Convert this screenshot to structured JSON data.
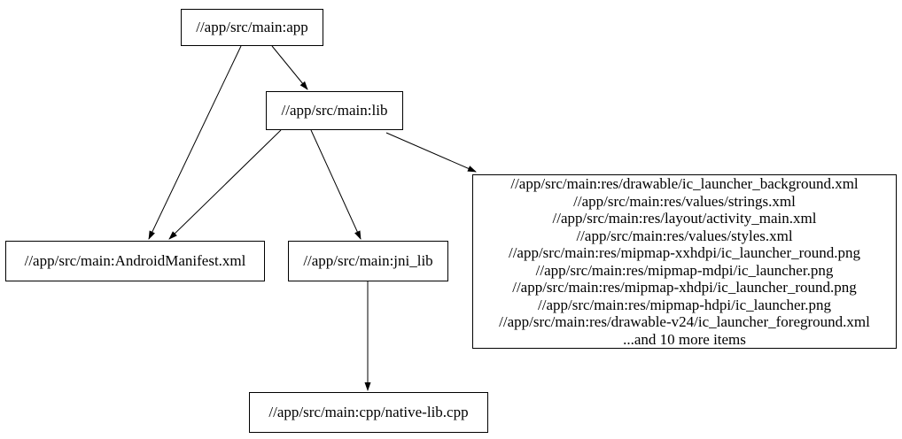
{
  "diagram": {
    "kind": "dependency-graph",
    "background_color": "#ffffff",
    "node_border_color": "#000000",
    "edge_color": "#000000",
    "nodes": {
      "app": {
        "label": "//app/src/main:app"
      },
      "lib": {
        "label": "//app/src/main:lib"
      },
      "manifest": {
        "label": "//app/src/main:AndroidManifest.xml"
      },
      "jni_lib": {
        "label": "//app/src/main:jni_lib"
      },
      "res_group": {
        "lines": [
          "//app/src/main:res/drawable/ic_launcher_background.xml",
          "//app/src/main:res/values/strings.xml",
          "//app/src/main:res/layout/activity_main.xml",
          "//app/src/main:res/values/styles.xml",
          "//app/src/main:res/mipmap-xxhdpi/ic_launcher_round.png",
          "//app/src/main:res/mipmap-mdpi/ic_launcher.png",
          "//app/src/main:res/mipmap-xhdpi/ic_launcher_round.png",
          "//app/src/main:res/mipmap-hdpi/ic_launcher.png",
          "//app/src/main:res/drawable-v24/ic_launcher_foreground.xml",
          "...and 10 more items"
        ]
      },
      "native_lib": {
        "label": "//app/src/main:cpp/native-lib.cpp"
      }
    },
    "edges": [
      {
        "from": "app",
        "to": "lib"
      },
      {
        "from": "app",
        "to": "manifest"
      },
      {
        "from": "lib",
        "to": "manifest"
      },
      {
        "from": "lib",
        "to": "jni_lib"
      },
      {
        "from": "lib",
        "to": "res_group"
      },
      {
        "from": "jni_lib",
        "to": "native_lib"
      }
    ]
  }
}
